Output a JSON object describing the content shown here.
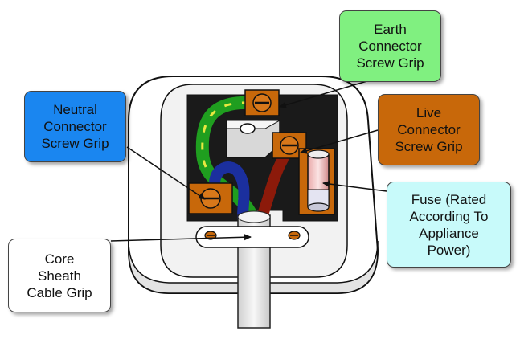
{
  "labels": {
    "earth": "Earth\nConnector\nScrew Grip",
    "neutral": "Neutral\nConnector\nScrew Grip",
    "live": "Live\nConnector\nScrew Grip",
    "fuse": "Fuse (Rated\nAccording To\nAppliance\nPower)",
    "cable_grip": "Core\nSheath\nCable Grip"
  },
  "colors": {
    "earth_box": "#80f080",
    "neutral_box": "#1a86f0",
    "live_box": "#c8680a",
    "fuse_box": "#c8fafa",
    "cable_grip_box": "#ffffff",
    "terminal_brass": "#c8680a",
    "earth_wire_green": "#1f9e1f",
    "earth_wire_yellow": "#e8e840",
    "neutral_wire_blue": "#1b2f9e",
    "live_wire_brown": "#8c1a0a"
  }
}
